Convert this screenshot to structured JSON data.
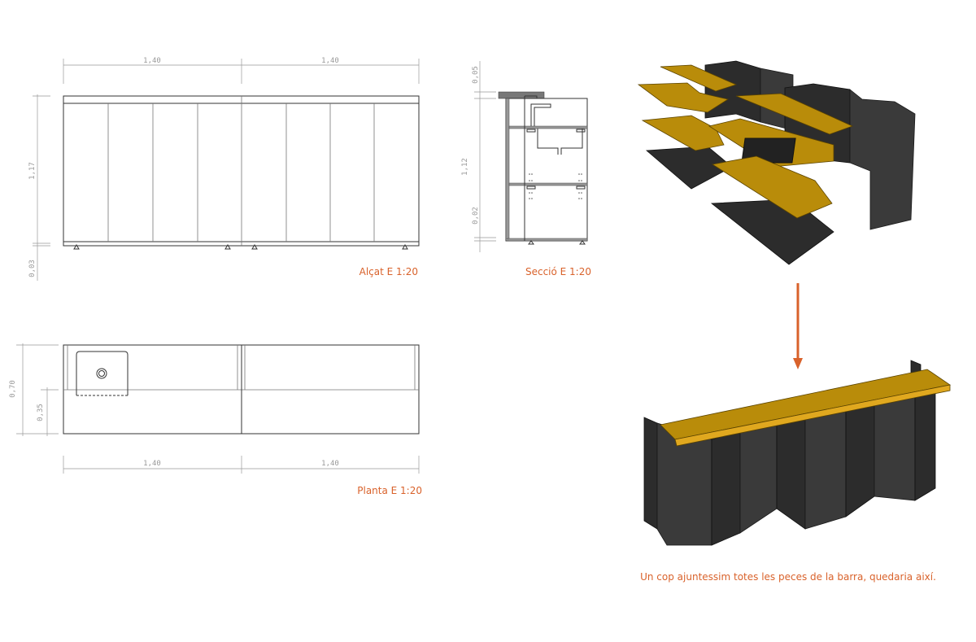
{
  "elevation": {
    "dims": {
      "width_left": "1,40",
      "width_right": "1,40",
      "height": "1,17",
      "foot": "0,03"
    },
    "caption": "Alçat  E 1:20"
  },
  "section": {
    "dims": {
      "top": "0,05",
      "height": "1,12",
      "bottom": "0,02"
    },
    "caption": "Secció  E 1:20"
  },
  "plan": {
    "dims": {
      "depth": "0,70",
      "half_depth": "0,35",
      "width_left": "1,40",
      "width_right": "1,40"
    },
    "caption": "Planta E 1:20"
  },
  "render": {
    "caption": "Un cop ajuntessim totes les peces de la barra, quedaria així.",
    "arrow_color": "#d9622b",
    "panel_color": "#3a3a3a",
    "top_color": "#b98c0a"
  }
}
